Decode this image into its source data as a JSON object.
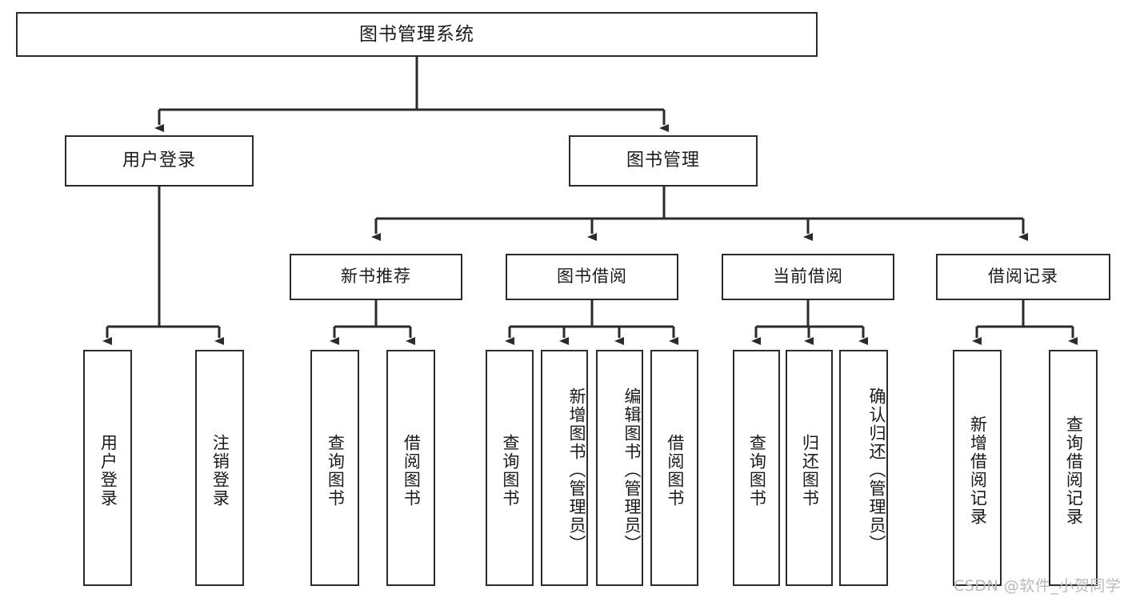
{
  "diagram": {
    "title": "图书管理系统",
    "type": "tree",
    "watermark": "CSDN @软件_小贺同学",
    "colors": {
      "border": "#2b2b2b",
      "connector": "#2b2b2b",
      "background": "#ffffff",
      "text": "#1a1a1a",
      "watermark": "#b9b9b9"
    },
    "root": {
      "label": "图书管理系统"
    },
    "level2": [
      {
        "label": "用户登录"
      },
      {
        "label": "图书管理"
      }
    ],
    "level3": [
      {
        "label": "新书推荐"
      },
      {
        "label": "图书借阅"
      },
      {
        "label": "当前借阅"
      },
      {
        "label": "借阅记录"
      }
    ],
    "leaves": {
      "user_login": [
        {
          "label": "用户登录"
        },
        {
          "label": "注销登录"
        }
      ],
      "new_book_recommend": [
        {
          "label": "查询图书"
        },
        {
          "label": "借阅图书"
        }
      ],
      "book_borrow": [
        {
          "label": "查询图书"
        },
        {
          "label": "新增图书（管理员）"
        },
        {
          "label": "编辑图书（管理员）"
        },
        {
          "label": "借阅图书"
        }
      ],
      "current_borrow": [
        {
          "label": "查询图书"
        },
        {
          "label": "归还图书"
        },
        {
          "label": "确认归还（管理员）"
        }
      ],
      "borrow_record": [
        {
          "label": "新增借阅记录"
        },
        {
          "label": "查询借阅记录"
        }
      ]
    }
  }
}
